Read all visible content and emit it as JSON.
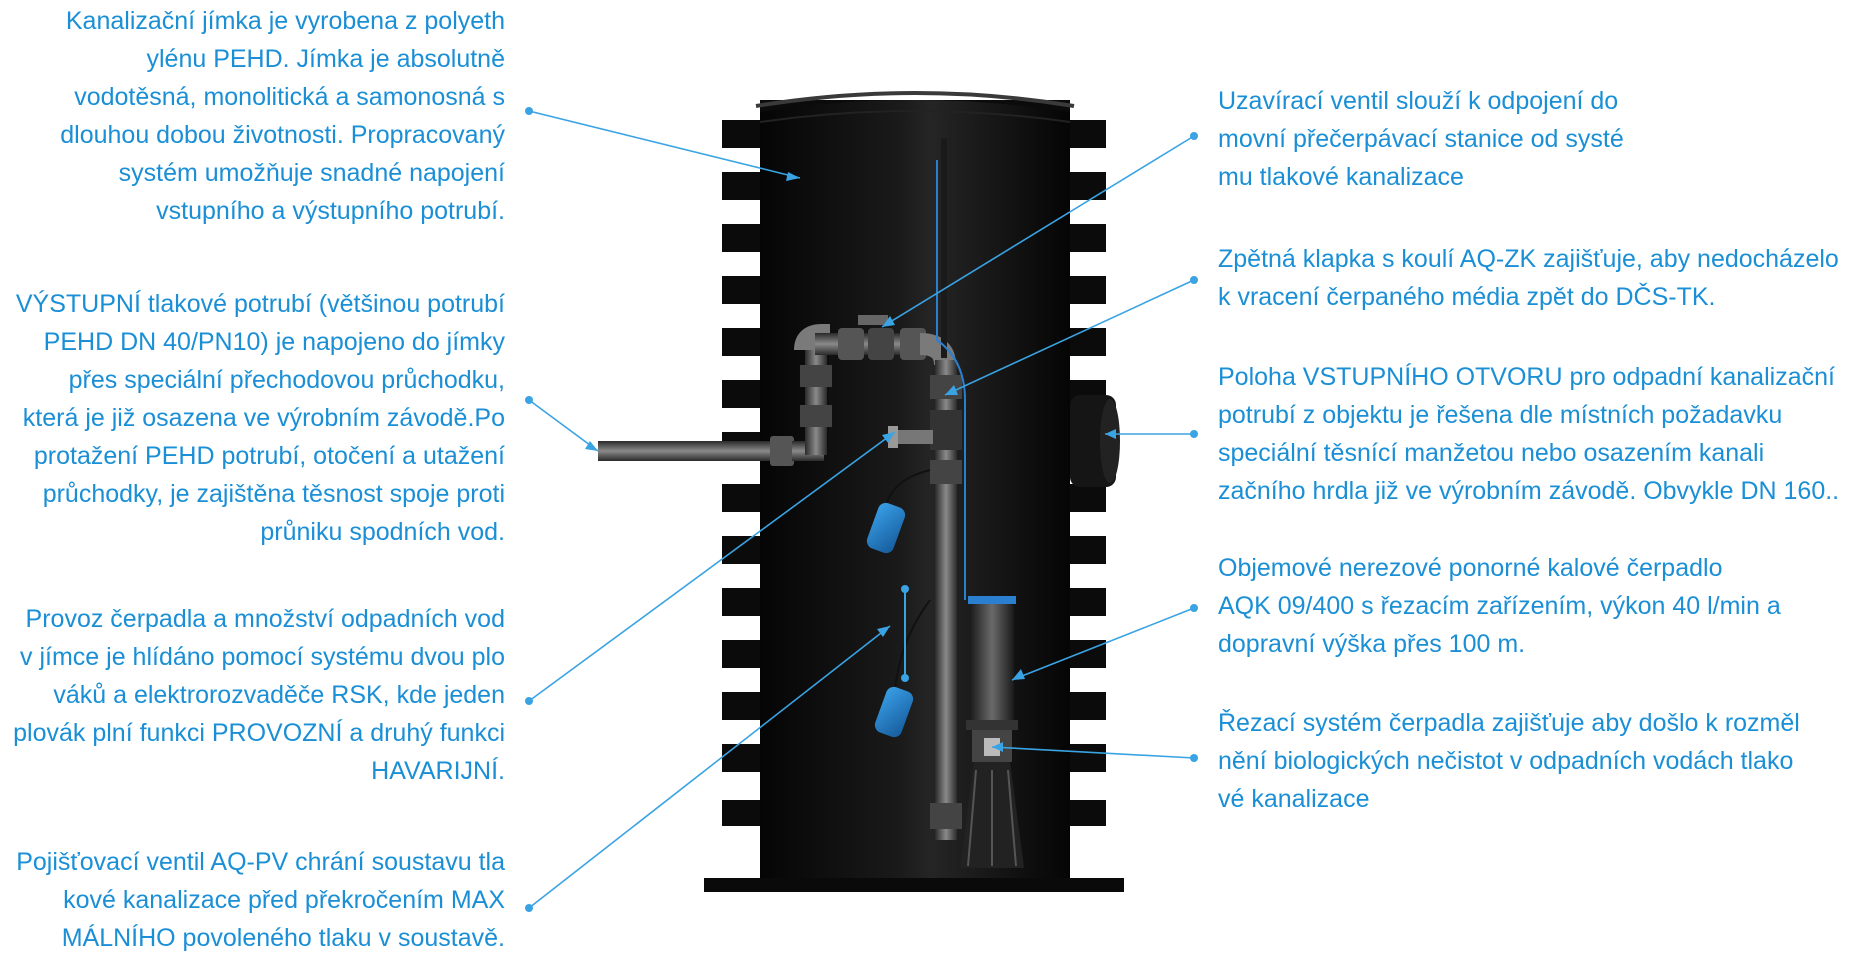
{
  "left_callouts": [
    {
      "lines": [
        "Kanalizační jímka je vyrobena z polyeth",
        "ylénu PEHD. Jímka je absolutně",
        "vodotěsná, monolitická a samonosná s",
        "dlouhou dobou životnosti. Propracovaný",
        "systém umožňuje snadné napojení",
        "vstupního a výstupního potrubí."
      ]
    },
    {
      "lines": [
        "VÝSTUPNÍ tlakové potrubí (většinou potrubí",
        "PEHD DN 40/PN10) je napojeno do jímky",
        "přes speciální přechodovou průchodku,",
        "která je již osazena ve výrobním závodě.Po",
        "protažení PEHD  potrubí, otočení a utažení",
        "průchodky, je zajištěna  těsnost spoje proti",
        "průniku spodních vod."
      ]
    },
    {
      "lines": [
        "Provoz čerpadla a množství odpadních vod",
        "v jímce je hlídáno pomocí systému dvou plo",
        "váků a elektrorozvaděče RSK, kde jeden",
        "plovák plní funkci PROVOZNÍ a druhý funkci",
        "HAVARIJNÍ."
      ]
    },
    {
      "lines": [
        "Pojišťovací ventil AQ-PV chrání soustavu tla",
        "kové kanalizace před překročením MAX",
        "MÁLNÍHO povoleného tlaku v soustavě."
      ]
    }
  ],
  "right_callouts": [
    {
      "lines": [
        "Uzavírací ventil slouží k odpojení do",
        "movní přečerpávací stanice od systé",
        "mu tlakové kanalizace"
      ]
    },
    {
      "lines": [
        "Zpětná klapka s koulí AQ-ZK zajišťuje, aby nedocházelo",
        "k vracení čerpaného média zpět do DČS-TK."
      ]
    },
    {
      "lines": [
        "Poloha VSTUPNÍHO OTVORU pro odpadní kanalizační",
        "potrubí z objektu je řešena dle místních požadavku",
        "speciální těsnící manžetou nebo osazením kanali",
        "začního hrdla již ve výrobním závodě. Obvykle DN 160.."
      ]
    },
    {
      "lines": [
        "Objemové nerezové ponorné kalové čerpadlo",
        "AQK 09/400 s řezacím zařízením, výkon 40 l/min a",
        "dopravní výška přes 100 m."
      ]
    },
    {
      "lines": [
        "Řezací systém čerpadla zajišťuje aby došlo k rozměl",
        "nění biologických nečistot v odpadních vodách tlako",
        "vé kanalizace"
      ]
    }
  ],
  "colors": {
    "text": "#1a8fd6",
    "leader": "#3aa3e3",
    "tank": "#0d0d0d",
    "float": "#1e7ec8"
  }
}
